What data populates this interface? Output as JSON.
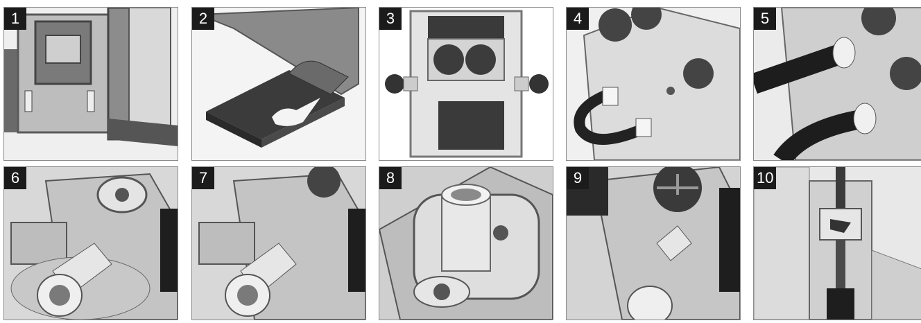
{
  "steps": [
    {
      "number": "1",
      "illustration": "terminal-housing-side-view"
    },
    {
      "number": "2",
      "illustration": "slotted-plate"
    },
    {
      "number": "3",
      "illustration": "terminal-front-view-with-screws"
    },
    {
      "number": "4",
      "illustration": "cable-loop-between-terminals"
    },
    {
      "number": "5",
      "illustration": "cables-connected-to-terminals"
    },
    {
      "number": "6",
      "illustration": "cable-lug-on-terminal"
    },
    {
      "number": "7",
      "illustration": "cable-lug-seated"
    },
    {
      "number": "8",
      "illustration": "sleeve-in-terminal-opening"
    },
    {
      "number": "9",
      "illustration": "terminal-screw-closeup"
    },
    {
      "number": "10",
      "illustration": "clamp-screw-and-nut"
    }
  ],
  "colors": {
    "frame": "#8a8a8a",
    "badge": "#1b1b1b",
    "badge_text": "#ffffff",
    "part_dark": "#3a3a3a",
    "part_light": "#d8d8d8"
  }
}
